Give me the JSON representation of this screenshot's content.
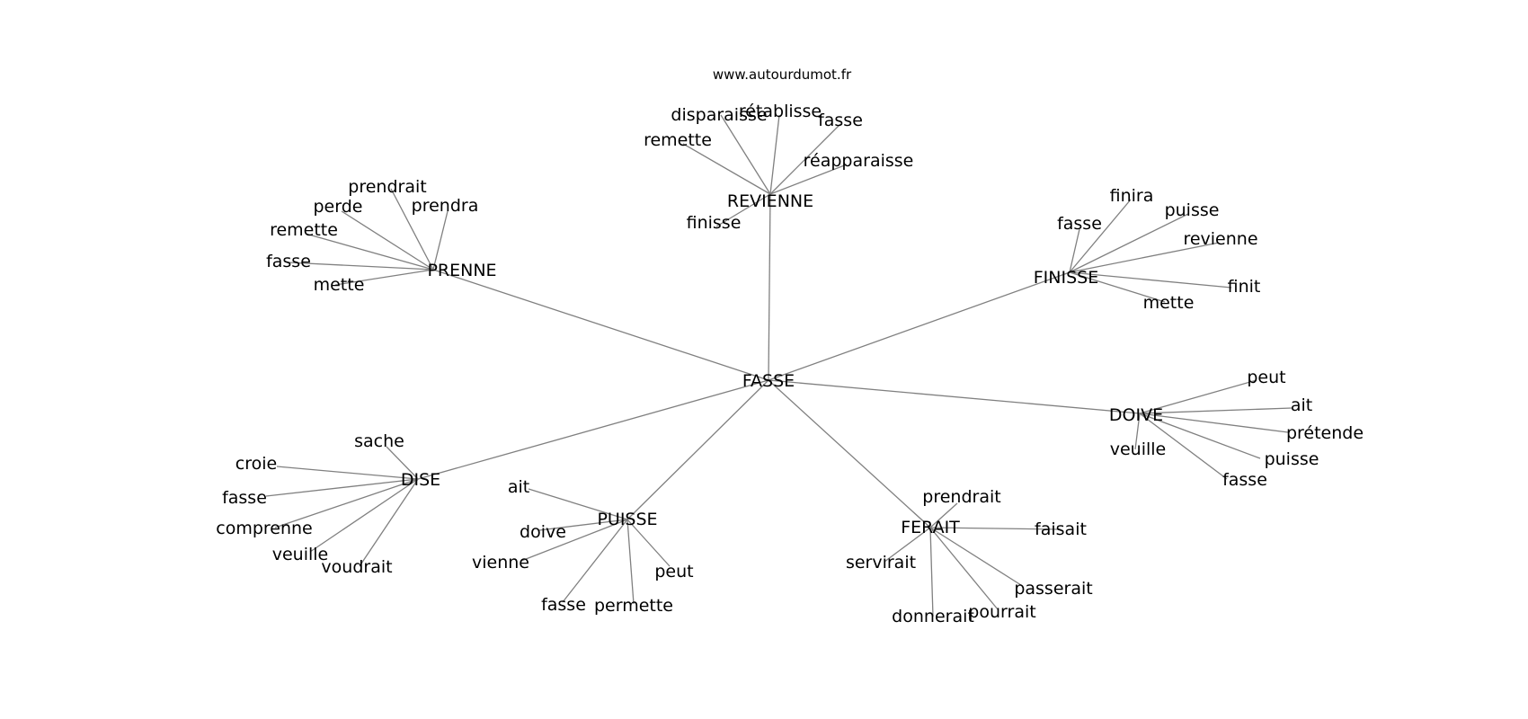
{
  "watermark": "www.autourdumot.fr",
  "colors": {
    "edge": "#808080",
    "text": "#000000",
    "background": "#ffffff"
  },
  "graph": {
    "center": "FASSE",
    "clusters": [
      {
        "id": "revienne",
        "label": "REVIENNE",
        "words": [
          "disparaisse",
          "rétablisse",
          "fasse",
          "remette",
          "réapparaisse",
          "finisse"
        ]
      },
      {
        "id": "prenne",
        "label": "PRENNE",
        "words": [
          "prendrait",
          "perde",
          "prendra",
          "remette",
          "fasse",
          "mette"
        ]
      },
      {
        "id": "finisse",
        "label": "FINISSE",
        "words": [
          "finira",
          "fasse",
          "puisse",
          "revienne",
          "finit",
          "mette"
        ]
      },
      {
        "id": "doive",
        "label": "DOIVE",
        "words": [
          "peut",
          "ait",
          "prétende",
          "veuille",
          "puisse",
          "fasse"
        ]
      },
      {
        "id": "dise",
        "label": "DISE",
        "words": [
          "sache",
          "croie",
          "fasse",
          "comprenne",
          "veuille",
          "voudrait"
        ]
      },
      {
        "id": "puisse",
        "label": "PUISSE",
        "words": [
          "ait",
          "doive",
          "vienne",
          "peut",
          "fasse",
          "permette"
        ]
      },
      {
        "id": "ferait",
        "label": "FERAIT",
        "words": [
          "prendrait",
          "faisait",
          "servirait",
          "passerait",
          "pourrait",
          "donnerait"
        ]
      }
    ]
  }
}
